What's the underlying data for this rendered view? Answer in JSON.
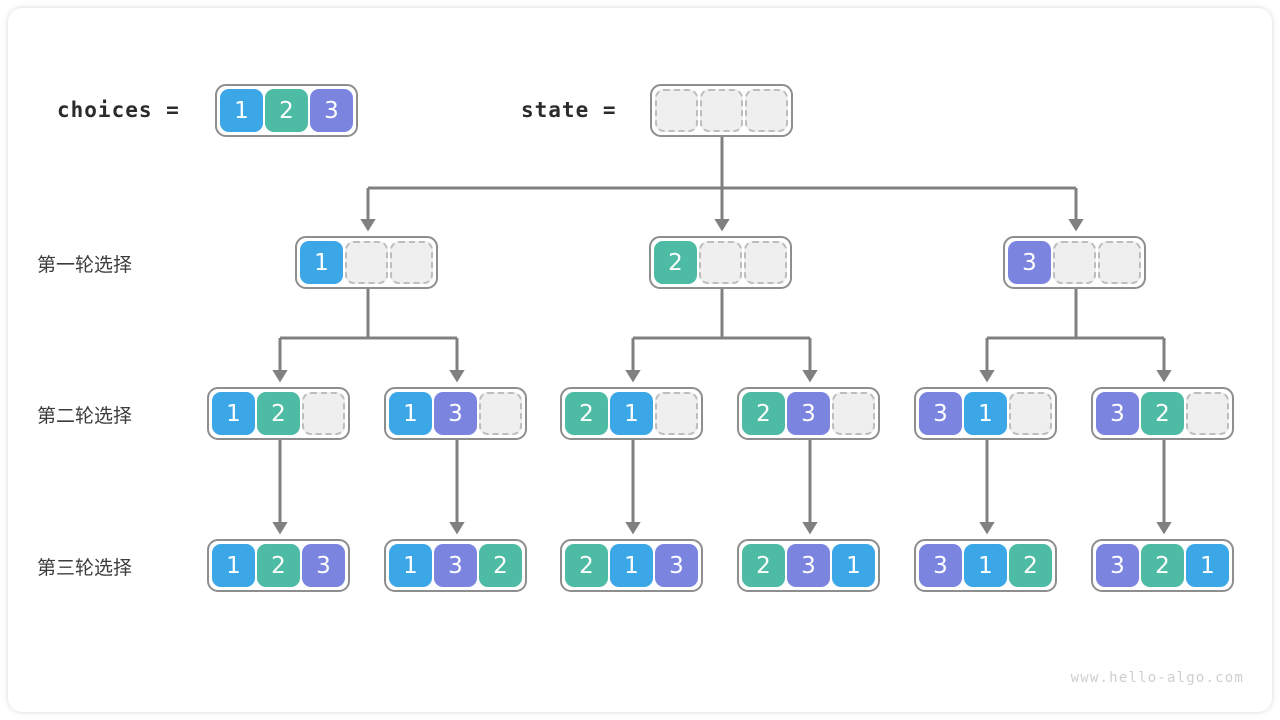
{
  "diagram": {
    "title_choices_label": "choices =",
    "title_state_label": "state =",
    "watermark": "www.hello-algo.com",
    "colors": {
      "value_1": "#3ca7e6",
      "value_2": "#4ebba4",
      "value_3": "#7b85e0",
      "empty_cell": "#efefef",
      "node_border": "#8e8e8e",
      "connector": "#808080",
      "background": "#ffffff"
    }
  },
  "row_labels": [
    {
      "label": "第一轮选择"
    },
    {
      "label": "第二轮选择"
    },
    {
      "label": "第三轮选择"
    }
  ],
  "choices": {
    "label": "choices =",
    "cells": [
      "1",
      "2",
      "3"
    ]
  },
  "state": {
    "label": "state =",
    "cells": [
      "",
      "",
      ""
    ]
  },
  "level1": [
    {
      "cells": [
        "1",
        "",
        ""
      ]
    },
    {
      "cells": [
        "2",
        "",
        ""
      ]
    },
    {
      "cells": [
        "3",
        "",
        ""
      ]
    }
  ],
  "level2": [
    {
      "cells": [
        "1",
        "2",
        ""
      ]
    },
    {
      "cells": [
        "1",
        "3",
        ""
      ]
    },
    {
      "cells": [
        "2",
        "1",
        ""
      ]
    },
    {
      "cells": [
        "2",
        "3",
        ""
      ]
    },
    {
      "cells": [
        "3",
        "1",
        ""
      ]
    },
    {
      "cells": [
        "3",
        "2",
        ""
      ]
    }
  ],
  "level3": [
    {
      "cells": [
        "1",
        "2",
        "3"
      ]
    },
    {
      "cells": [
        "1",
        "3",
        "2"
      ]
    },
    {
      "cells": [
        "2",
        "1",
        "3"
      ]
    },
    {
      "cells": [
        "2",
        "3",
        "1"
      ]
    },
    {
      "cells": [
        "3",
        "1",
        "2"
      ]
    },
    {
      "cells": [
        "3",
        "2",
        "1"
      ]
    }
  ]
}
